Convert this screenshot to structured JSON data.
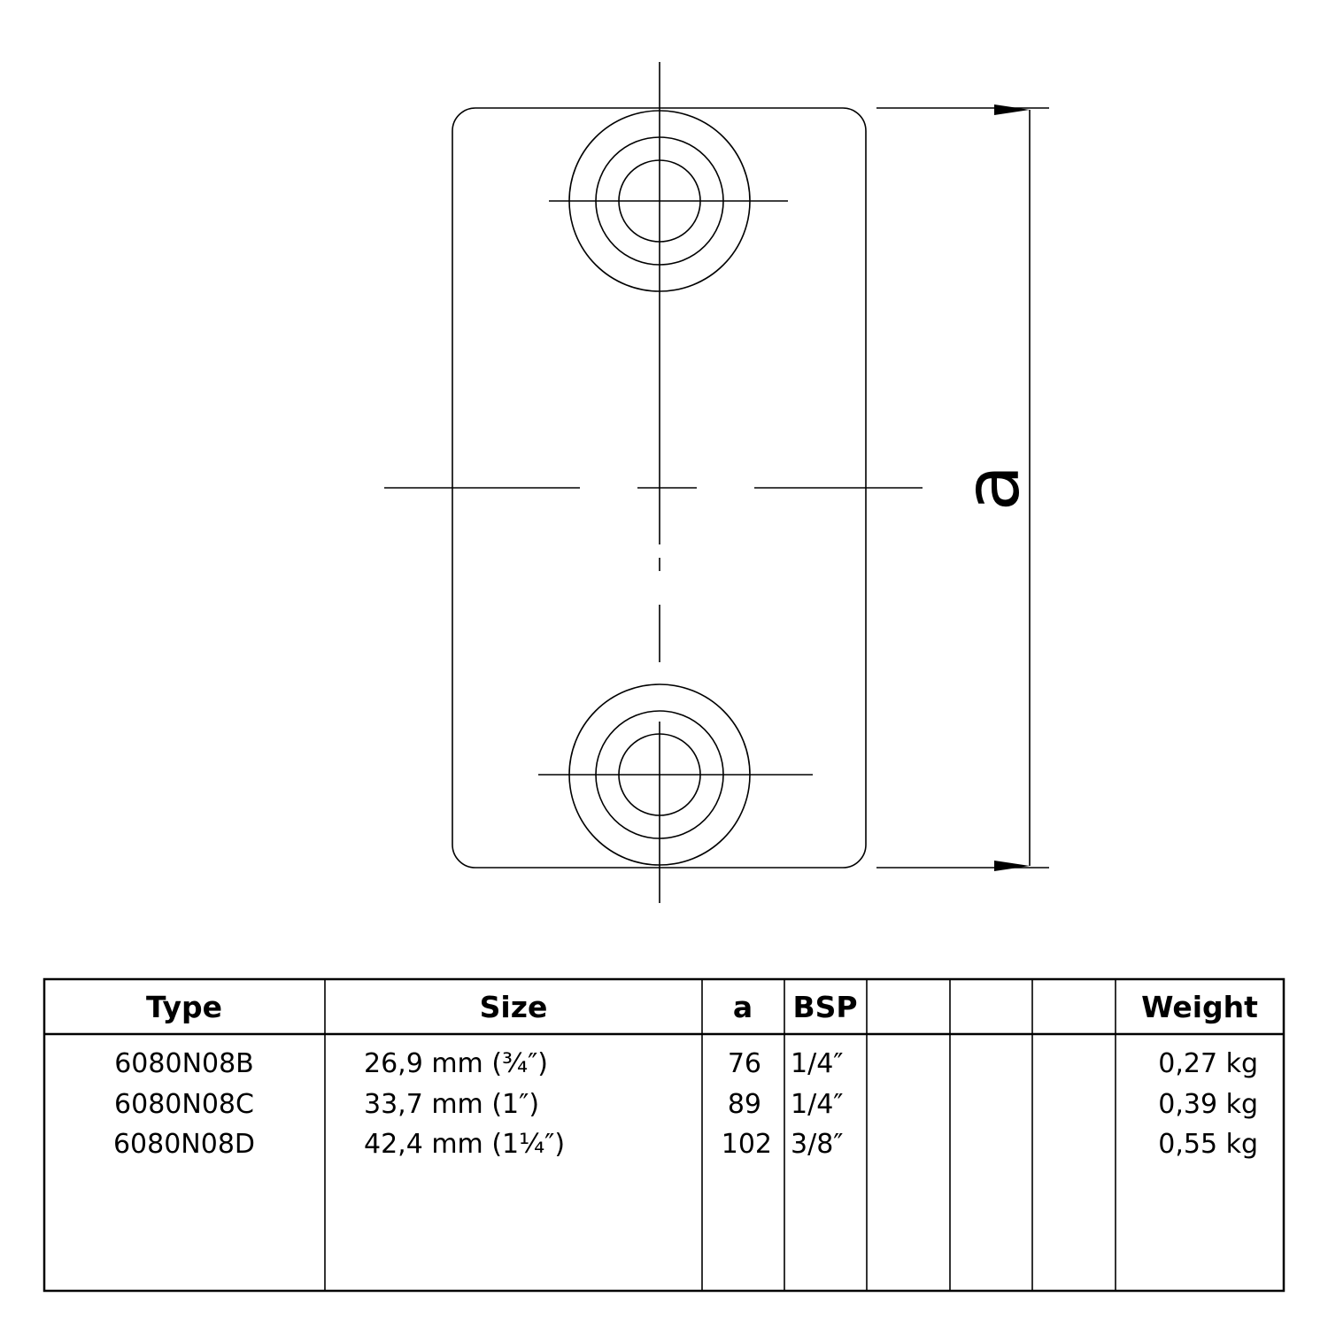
{
  "drawing": {
    "dimension_label": "a"
  },
  "table": {
    "headers": [
      "Type",
      "Size",
      "a",
      "BSP",
      "",
      "",
      "",
      "Weight"
    ],
    "rows": [
      [
        "6080N08B",
        "26,9 mm (¾″)",
        "76",
        "1/4″",
        "",
        "",
        "",
        "0,27 kg"
      ],
      [
        "6080N08C",
        "33,7 mm (1″)",
        "89",
        "1/4″",
        "",
        "",
        "",
        "0,39 kg"
      ],
      [
        "6080N08D",
        "42,4 mm (1¼″)",
        "102",
        "3/8″",
        "",
        "",
        "",
        "0,55 kg"
      ]
    ]
  }
}
